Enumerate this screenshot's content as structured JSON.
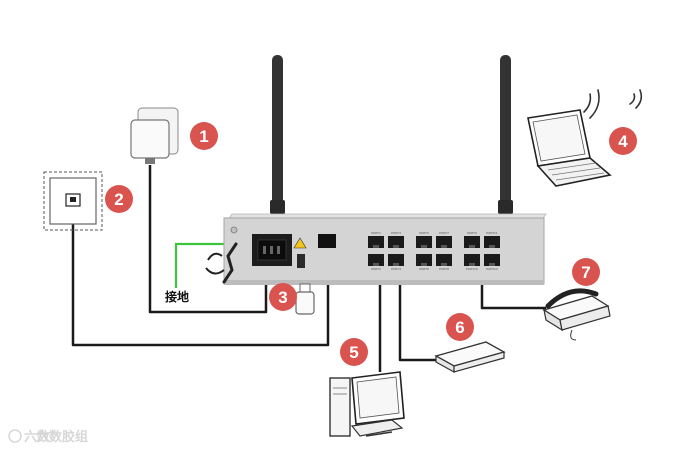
{
  "labels": {
    "ground": "接地"
  },
  "badges": [
    "1",
    "2",
    "3",
    "4",
    "5",
    "6",
    "7"
  ],
  "router": {
    "port_labels": [
      "PORT1",
      "PORT2",
      "PORT3",
      "PORT4",
      "PORT5",
      "PORT6",
      "PORT7",
      "PORT8",
      "PORT9",
      "PORT10",
      "PORT11",
      "PORT12"
    ]
  },
  "watermark": {
    "logo_text": "六数",
    "text": "六数胶组"
  },
  "colors": {
    "badge": "#d9534f",
    "cable": "#1a1a1a",
    "ground_wire": "#3cc43c",
    "router_body": "#e9e9e9",
    "router_front": "#d4d4d4"
  }
}
